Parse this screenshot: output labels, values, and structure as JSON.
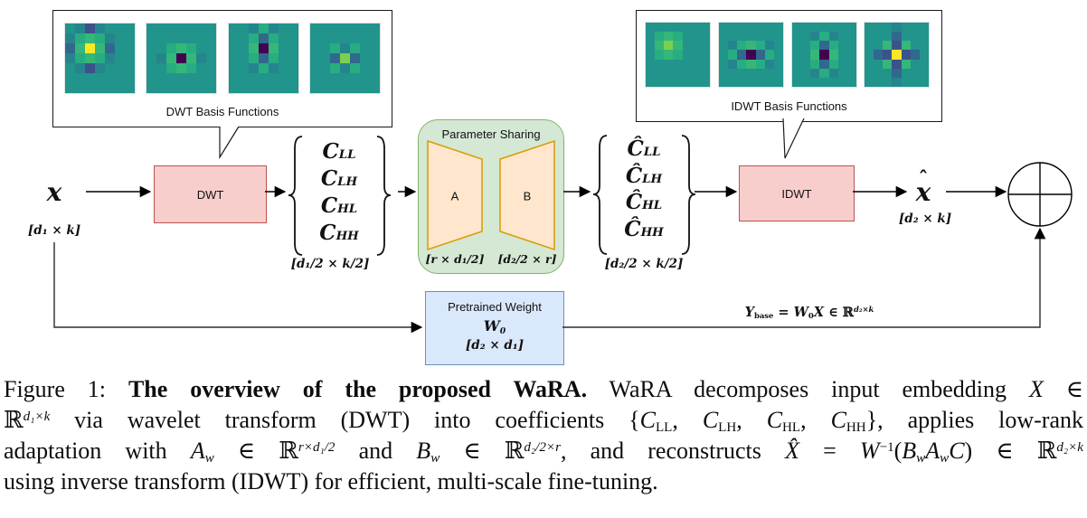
{
  "colors": {
    "box_pink_fill": "#f8cecc",
    "box_pink_stroke": "#b85450",
    "box_green_fill": "#d5e8d4",
    "box_green_stroke": "#82b366",
    "trapezoid_fill": "#ffe6cc",
    "trapezoid_stroke": "#d79b00",
    "box_blue_fill": "#dae8fc",
    "box_blue_stroke": "#6c8ebf",
    "line": "#000000"
  },
  "palette": {
    "Y": "#fde725",
    "G": "#7ad151",
    "g": "#35b779",
    "m": "#27ad81",
    "t": "#21948c",
    "d": "#25858d",
    "b": "#31688e",
    "B": "#3b528b",
    "P": "#440154"
  },
  "callouts": {
    "dwt": {
      "label": "DWT Basis Functions",
      "heatmaps": [
        [
          "tdBdttt",
          "dmgmdtt",
          "bgYgbtt",
          "dmgmdtt",
          "tdBdttt",
          "ttttttt",
          "ttttttt"
        ],
        [
          "ttttttt",
          "ttttttt",
          "ttmgmtt",
          "tdgPgdt",
          "ttmgmtt",
          "ttttttt",
          "ttttttt"
        ],
        [
          "ttdmdtt",
          "ttmbmtt",
          "ttgPgtt",
          "ttmbmtt",
          "ttdmdtt",
          "ttttttt",
          "ttttttt"
        ],
        [
          "ttttttt",
          "ttttttt",
          "ttmdmtt",
          "ttbGbtt",
          "ttmdmtt",
          "ttttttt",
          "ttttttt"
        ]
      ]
    },
    "idwt": {
      "label": "IDWT Basis Functions",
      "heatmaps": [
        [
          "ttttttt",
          "tmgmttt",
          "tgGgttt",
          "tmgmttt",
          "ttttttt",
          "ttttttt",
          "ttttttt"
        ],
        [
          "ttttttt",
          "ttttttt",
          "tdmgmdt",
          "tmbPbmt",
          "tdmgmdt",
          "ttttttt",
          "ttttttt"
        ],
        [
          "ttttttt",
          "ttdmdtt",
          "ttmbmtt",
          "ttgPgtt",
          "ttmbmtt",
          "ttdmdtt",
          "ttttttt"
        ],
        [
          "tttdttt",
          "tttbttt",
          "ttgBgtt",
          "tbBYBbt",
          "ttgBgtt",
          "tttbttt",
          "tttdttt"
        ]
      ]
    }
  },
  "flow": {
    "input": {
      "symbol": "x",
      "dim": "[d₁ × k]"
    },
    "dwt_box": {
      "label": "DWT"
    },
    "c_group": {
      "items": [
        [
          [
            "C",
            "bi"
          ],
          [
            "LL",
            "_bi"
          ]
        ],
        [
          [
            "C",
            "bi"
          ],
          [
            "LH",
            "_bi"
          ]
        ],
        [
          [
            "C",
            "bi"
          ],
          [
            "HL",
            "_bi"
          ]
        ],
        [
          [
            "C",
            "bi"
          ],
          [
            "HH",
            "_bi"
          ]
        ]
      ],
      "dim": "[d₁/2 × k/2]"
    },
    "param_sharing": {
      "title": "Parameter Sharing",
      "a_label": "A",
      "b_label": "B",
      "a_dim": "[r × d₁/2]",
      "b_dim": "[d₂/2 × r]"
    },
    "chat_group": {
      "items": [
        [
          [
            "Ĉ",
            "bi"
          ],
          [
            "LL",
            "_bi"
          ]
        ],
        [
          [
            "Ĉ",
            "bi"
          ],
          [
            "LH",
            "_bi"
          ]
        ],
        [
          [
            "Ĉ",
            "bi"
          ],
          [
            "HL",
            "_bi"
          ]
        ],
        [
          [
            "Ĉ",
            "bi"
          ],
          [
            "HH",
            "_bi"
          ]
        ]
      ],
      "dim": "[d₂/2 × k/2]"
    },
    "idwt_box": {
      "label": "IDWT"
    },
    "output": {
      "symbol": "x",
      "hat": "ˆ",
      "dim": "[d₂ × k]"
    },
    "pretrained": {
      "title": "Pretrained Weight",
      "weight": [
        [
          "W",
          "bi"
        ],
        [
          "0",
          "_b"
        ]
      ],
      "dim": "[d₂ × d₁]"
    },
    "ybase": [
      [
        "Y",
        "bi"
      ],
      [
        "base",
        "_b"
      ],
      [
        " = ",
        "b"
      ],
      [
        "W",
        "bi"
      ],
      [
        "0",
        "_b"
      ],
      [
        "X",
        "bi"
      ],
      [
        " ∈ ",
        "b"
      ],
      [
        "ℝ",
        "b"
      ],
      [
        "d₂×k",
        "^bi"
      ]
    ]
  },
  "caption": {
    "lines": [
      [
        [
          "Figure 1: ",
          ""
        ],
        [
          "The overview of the proposed WaRA.",
          "b"
        ],
        [
          " WaRA decomposes input embedding ",
          ""
        ],
        [
          "X",
          "i"
        ],
        [
          " ∈",
          ""
        ]
      ],
      [
        [
          "ℝ",
          ""
        ],
        [
          "d₁×k",
          "^i"
        ],
        [
          " via wavelet transform (DWT) into coefficients {",
          ""
        ],
        [
          "C",
          "i"
        ],
        [
          "LL",
          "_"
        ],
        [
          ", ",
          ""
        ],
        [
          "C",
          "i"
        ],
        [
          "LH",
          "_"
        ],
        [
          ", ",
          ""
        ],
        [
          "C",
          "i"
        ],
        [
          "HL",
          "_"
        ],
        [
          ", ",
          ""
        ],
        [
          "C",
          "i"
        ],
        [
          "HH",
          "_"
        ],
        [
          "}, applies low-rank",
          ""
        ]
      ],
      [
        [
          "adaptation with ",
          ""
        ],
        [
          "A",
          "i"
        ],
        [
          "w",
          "_i"
        ],
        [
          " ∈ ℝ",
          ""
        ],
        [
          "r×d₁/2",
          "^i"
        ],
        [
          " and ",
          ""
        ],
        [
          "B",
          "i"
        ],
        [
          "w",
          "_i"
        ],
        [
          " ∈ ℝ",
          ""
        ],
        [
          "d₂/2×r",
          "^i"
        ],
        [
          ", and reconstructs ",
          ""
        ],
        [
          "X̂",
          "i"
        ],
        [
          " = ",
          ""
        ],
        [
          "W",
          "i"
        ],
        [
          "−1",
          "^"
        ],
        [
          "(",
          ""
        ],
        [
          "B",
          "i"
        ],
        [
          "w",
          "_i"
        ],
        [
          "A",
          "i"
        ],
        [
          "w",
          "_i"
        ],
        [
          "C",
          "i"
        ],
        [
          ") ∈ ℝ",
          ""
        ],
        [
          "d₂×k",
          "^i"
        ]
      ],
      [
        [
          "using inverse transform (IDWT) for efficient, multi-scale fine-tuning.",
          ""
        ]
      ]
    ]
  }
}
